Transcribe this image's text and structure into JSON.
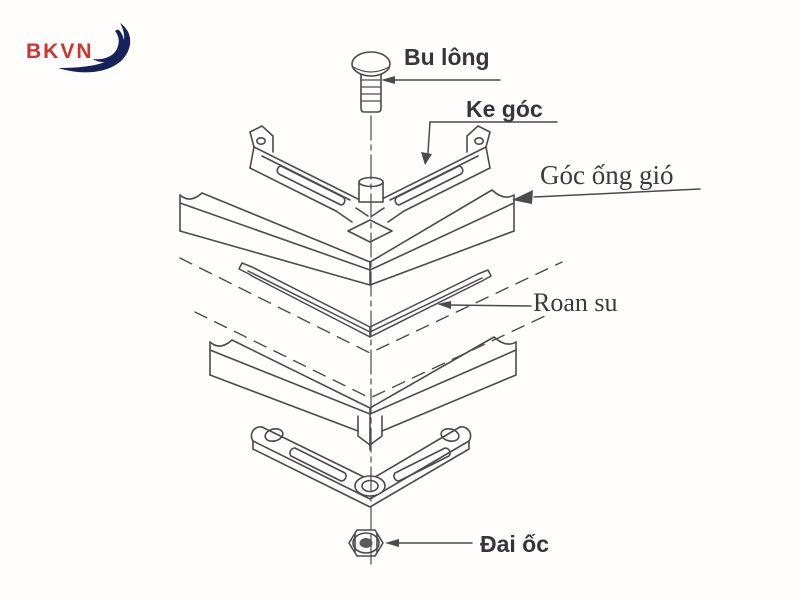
{
  "page": {
    "background": "#fffefd"
  },
  "logo": {
    "text": "BKVN",
    "text_color": "#cf342e",
    "wave_color": "#16235a"
  },
  "diagram": {
    "type": "exploded-assembly-drawing",
    "subject": "duct corner joint assembly",
    "line_color": "#4a4a4f",
    "labels": {
      "bolt": "Bu lông",
      "corner_cleat": "Ke góc",
      "duct_corner": "Góc ống gió",
      "gasket": "Roan su",
      "nut": "Đai ốc"
    }
  }
}
